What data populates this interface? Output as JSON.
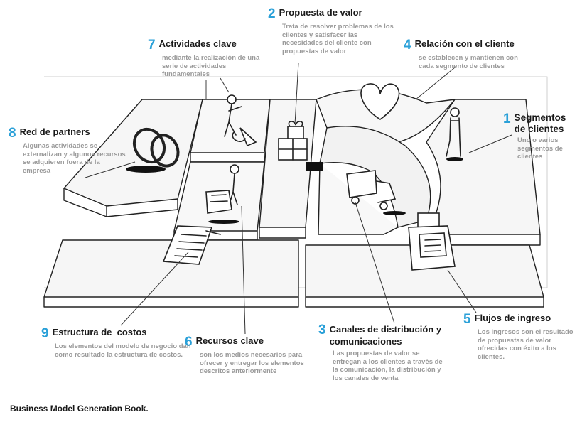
{
  "blocks": [
    {
      "id": "l1",
      "number": "1",
      "title": "Segmentos de clientes",
      "description": "Uno o varios segmentos de clientes"
    },
    {
      "id": "l2",
      "number": "2",
      "title": "Propuesta de valor",
      "description": "Trata de resolver problemas de los clientes y satisfacer las necesidades del cliente con propuestas de valor"
    },
    {
      "id": "l3",
      "number": "3",
      "title": "Canales de distribución y comunicaciones",
      "description": "Las propuestas de valor se entregan a los clientes a través de la comunicación, la distribución y los canales de venta"
    },
    {
      "id": "l4",
      "number": "4",
      "title": "Relación con el cliente",
      "description": "se establecen y mantienen con cada segmento de clientes"
    },
    {
      "id": "l5",
      "number": "5",
      "title": "Flujos de ingreso",
      "description": "Los ingresos son el resultado de propuestas de valor ofrecidas con éxito a los clientes."
    },
    {
      "id": "l6",
      "number": "6",
      "title": "Recursos clave",
      "description": "son los medios necesarios para ofrecer y entregar los elementos descritos anteriormente"
    },
    {
      "id": "l7",
      "number": "7",
      "title": "Actividades clave",
      "description": "mediante la realización de una serie de actividades fundamentales"
    },
    {
      "id": "l8",
      "number": "8",
      "title": "Red de partners",
      "description": "Algunas actividades se externalizan y algunos recursos se adquieren fuera de la empresa"
    },
    {
      "id": "l9",
      "number": "9",
      "title": "Estructura de  costos",
      "description": "Los elementos del modelo de negocio dan como resultado la estructura de costos."
    }
  ],
  "footer": "Business Model Generation Book.",
  "colors": {
    "accent_number": "#2aa0d8",
    "title": "#1a1a1a",
    "description": "#9a9a9a",
    "sketch_line": "#222222"
  },
  "icons": [
    "heart-icon",
    "person-icon",
    "gift-box-icon",
    "truck-icon",
    "cash-register-icon",
    "rings-icon",
    "documents-icon",
    "cart-icon",
    "worker-icon"
  ]
}
